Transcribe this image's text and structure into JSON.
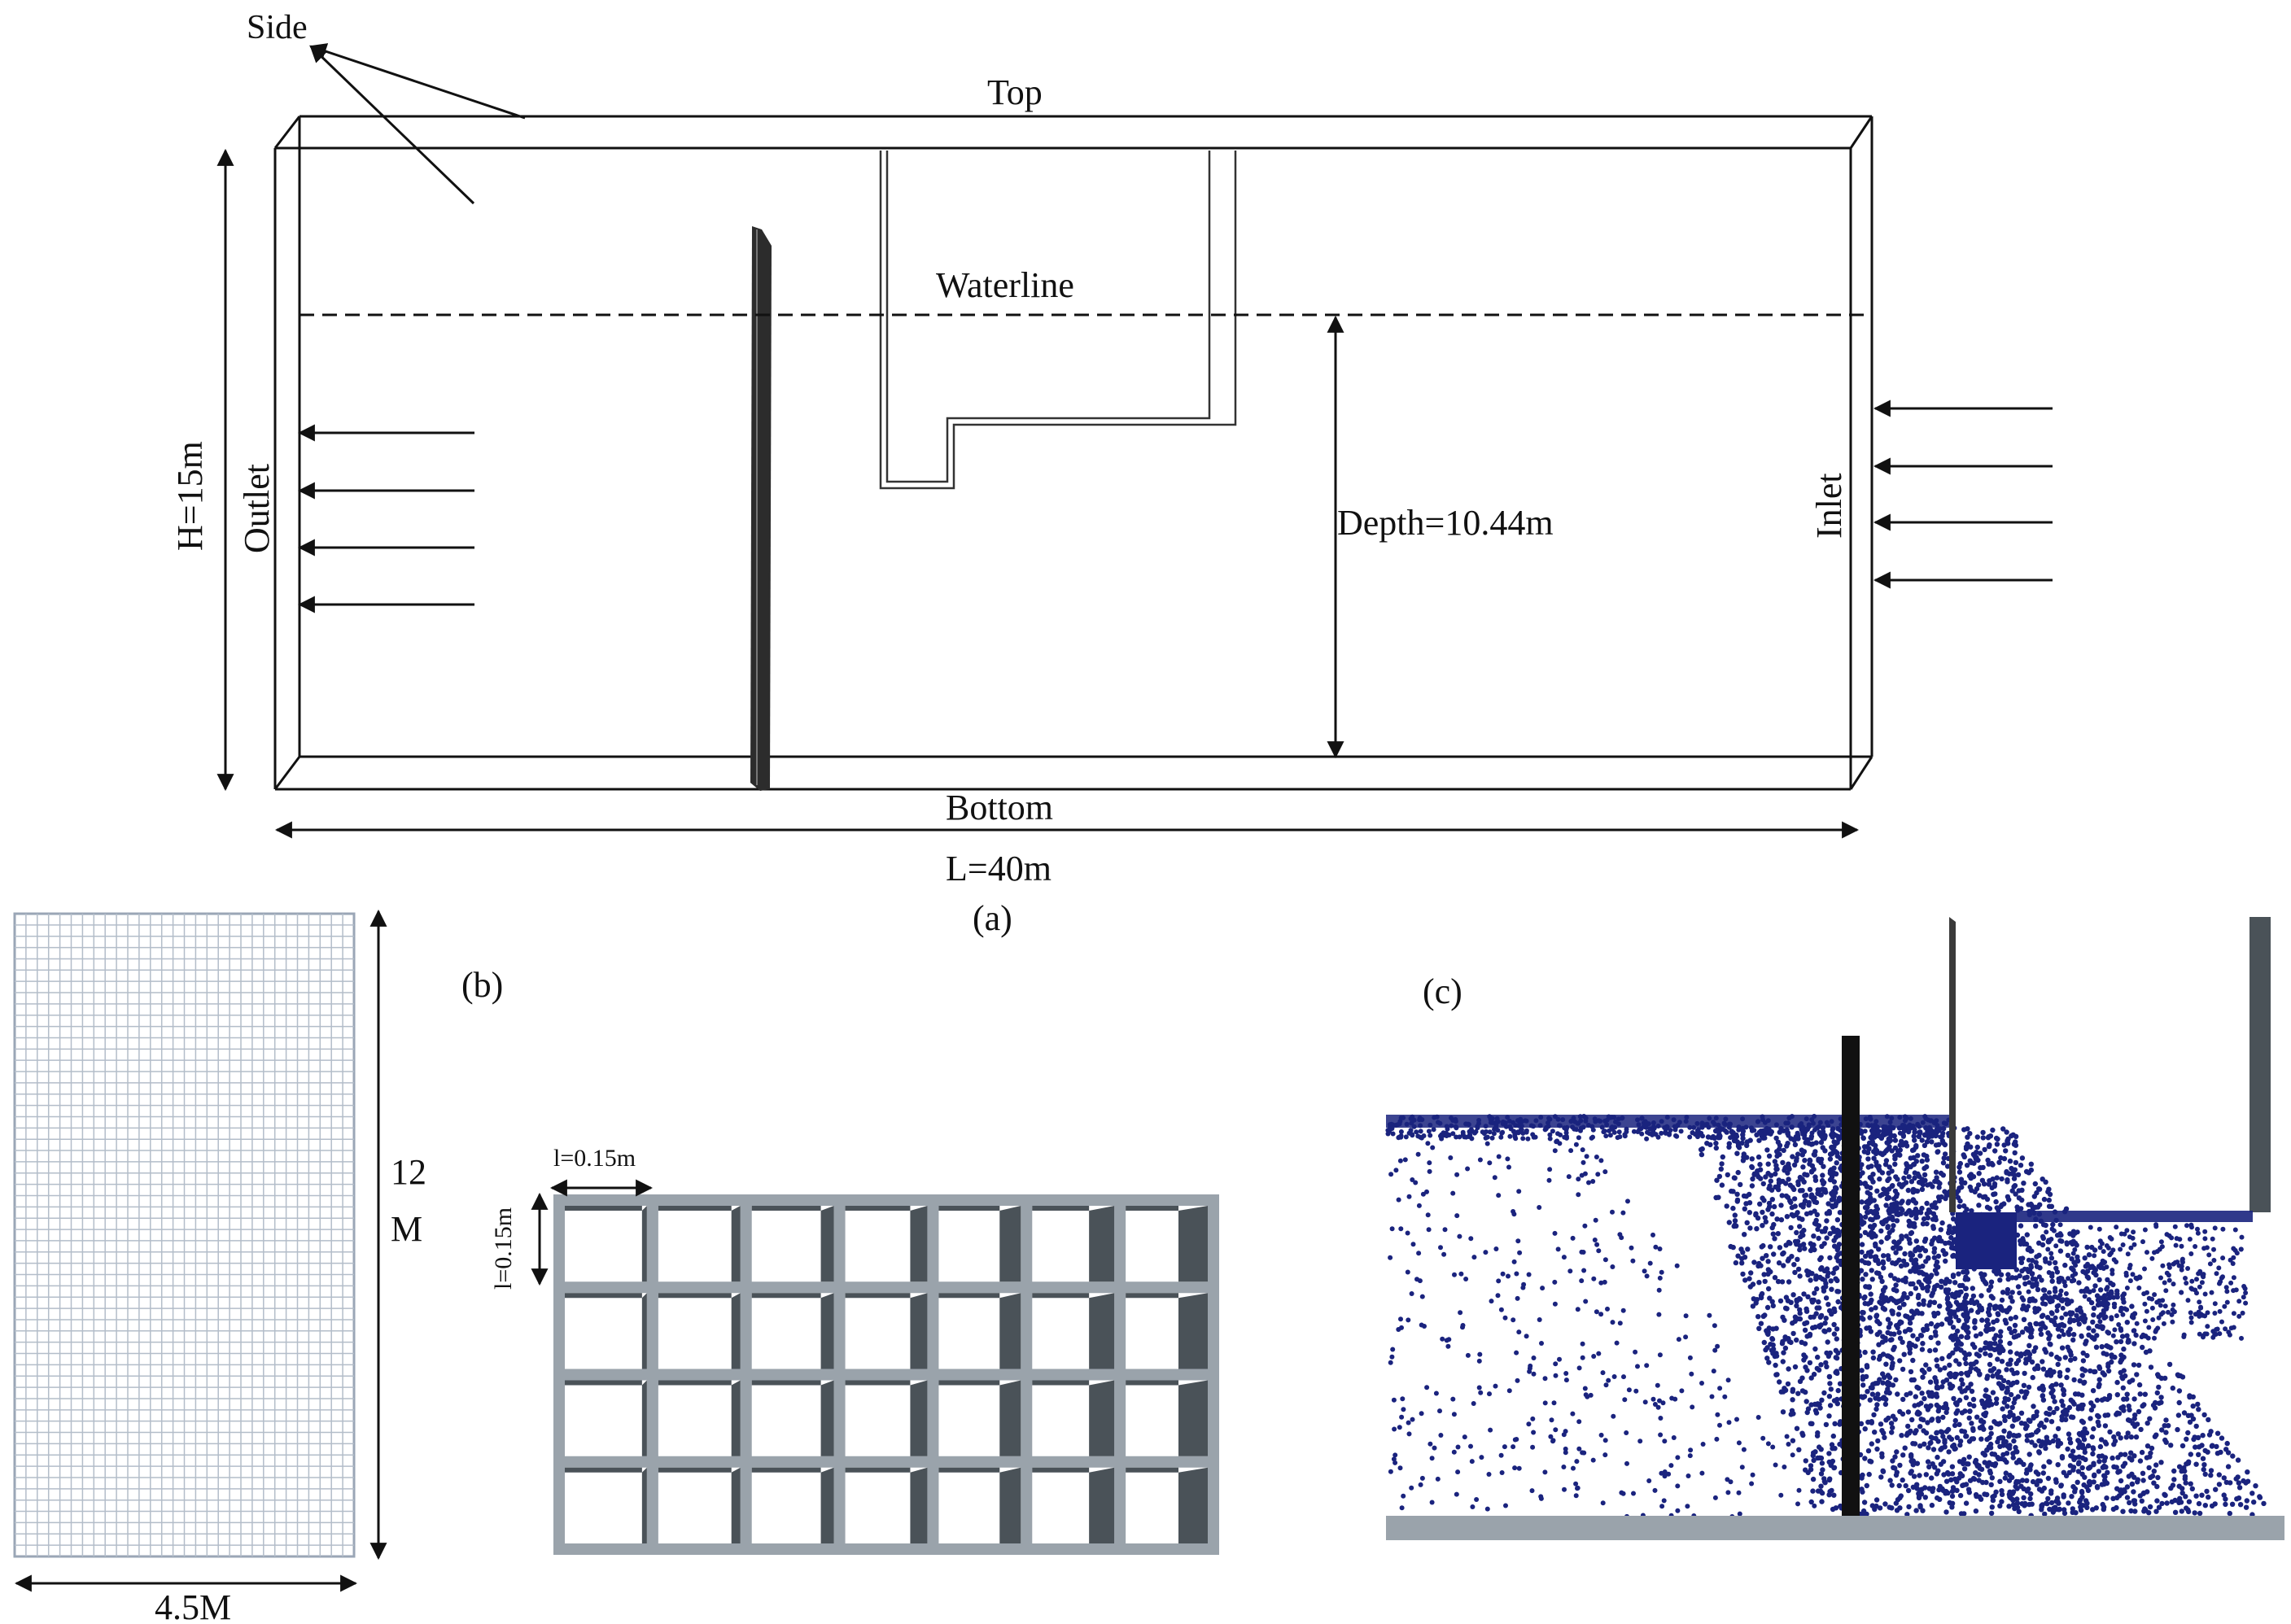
{
  "panel_a": {
    "caption": "(a)",
    "side_label": "Side",
    "top_label": "Top",
    "waterline_label": "Waterline",
    "outlet_label": "Outlet",
    "inlet_label": "Inlet",
    "bottom_label": "Bottom",
    "height_label": "H=15m",
    "length_label": "L=40m",
    "depth_label": "Depth=10.44m"
  },
  "panel_b": {
    "caption": "(b)",
    "net_height_label_line1": "12",
    "net_height_label_line2": "M",
    "net_width_label": "4.5M",
    "mesh_width_label": "l=0.15m",
    "mesh_height_label": "l=0.15m",
    "grid_columns": 7,
    "grid_rows": 4
  },
  "panel_c": {
    "caption": "(c)",
    "particle_color": "#1a237e"
  },
  "colors": {
    "line": "#111111",
    "frame_gray": "#9aa3ab",
    "dark_gray": "#4a5258",
    "net_line": "#9aa6b6"
  }
}
